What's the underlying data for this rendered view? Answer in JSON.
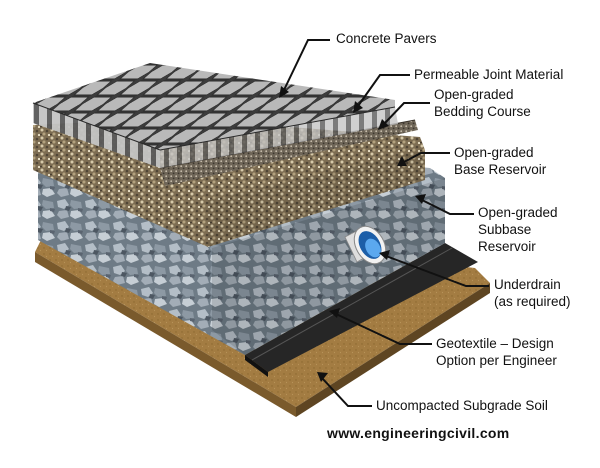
{
  "labels": {
    "concrete_pavers": "Concrete Pavers",
    "permeable_joint": "Permeable Joint Material",
    "bedding_line1": "Open-graded",
    "bedding_line2": "Bedding Course",
    "base_line1": "Open-graded",
    "base_line2": "Base Reservoir",
    "subbase_line1": "Open-graded",
    "subbase_line2": "Subbase",
    "subbase_line3": "Reservoir",
    "underdrain_line1": "Underdrain",
    "underdrain_line2": "(as required)",
    "geotextile_line1": "Geotextile – Design",
    "geotextile_line2": "Option per Engineer",
    "subgrade": "Uncompacted Subgrade Soil"
  },
  "website": "www.engineeringcivil.com",
  "colors": {
    "soil": "#a07a40",
    "subbase_stone": "#7a8793",
    "base_stone": "#8a7858",
    "paver_top": "#b3b3b3",
    "geotextile": "#2a2a2a",
    "pipe_water": "#3d8fd8"
  }
}
